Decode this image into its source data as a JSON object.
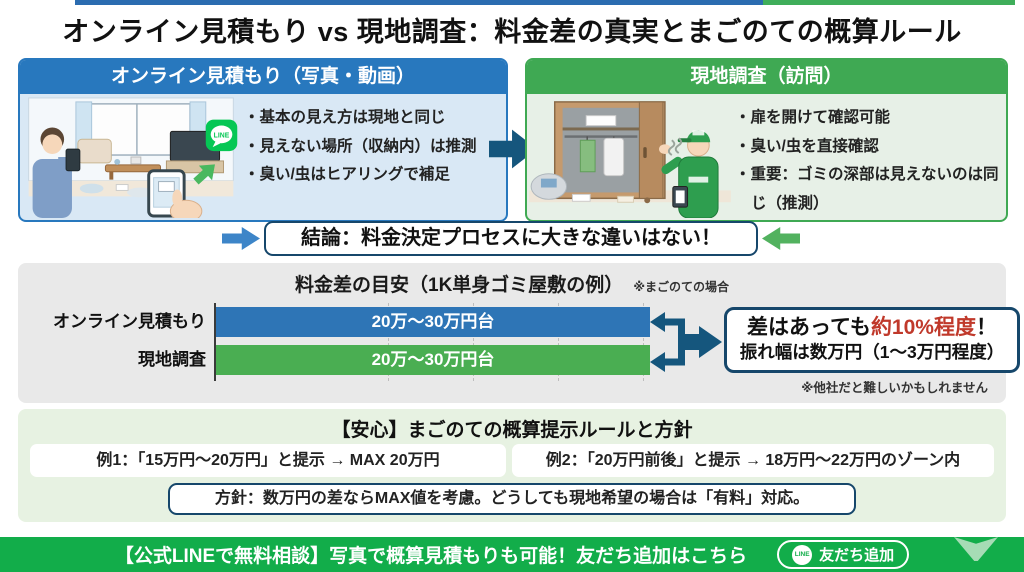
{
  "page": {
    "title": "オンライン見積もり vs 現地調査：料金差の真実とまごのての概算ルール"
  },
  "ui": {
    "bullet_char": "・"
  },
  "online_card": {
    "header": "オンライン見積もり（写真・動画）",
    "bullets": [
      "基本の見え方は現地と同じ",
      "見えない場所（収納内）は推測",
      "臭い/虫はヒアリングで補足"
    ],
    "line_badge": "LINE"
  },
  "onsite_card": {
    "header": "現地調査（訪問）",
    "bullets": [
      "扉を開けて確認可能",
      "臭い/虫を直接確認",
      "重要：ゴミの深部は見えないのは同じ（推測）"
    ]
  },
  "conclusion": {
    "text": "結論：料金決定プロセスに大きな違いはない！"
  },
  "price_section": {
    "title": "料金差の目安（1K単身ゴミ屋敷の例）",
    "note": "※まごのての場合",
    "rows": [
      {
        "label": "オンライン見積もり",
        "value": "20万〜30万円台"
      },
      {
        "label": "現地調査",
        "value": "20万〜30万円台"
      }
    ],
    "callout": {
      "line1_prefix": "差はあっても",
      "line1_em": "約10%程度",
      "line1_suffix": "！",
      "line2": "振れ幅は数万円（1〜3万円程度）",
      "footnote": "※他社だと難しいかもしれません"
    }
  },
  "chart_data": {
    "type": "bar",
    "orientation": "horizontal",
    "title": "料金差の目安（1K単身ゴミ屋敷の例）",
    "note": "※まごのての場合",
    "categories": [
      "オンライン見積もり",
      "現地調査"
    ],
    "value_labels": [
      "20万〜30万円台",
      "20万〜30万円台"
    ],
    "value_ranges_man_yen": [
      [
        20,
        30
      ],
      [
        20,
        30
      ]
    ],
    "bar_colors": [
      "#2e75b6",
      "#4aae52"
    ],
    "annotation": "差はあっても約10%程度！振れ幅は数万円（1〜3万円程度）",
    "annotation_footnote": "※他社だと難しいかもしれません",
    "grid": "dashed-vertical"
  },
  "rules_section": {
    "title": "【安心】まごのての概算提示ルールと方針",
    "examples": [
      "例1：「15万円〜20万円」と提示 → MAX 20万円",
      "例2：「20万円前後」と提示 → 18万円〜22万円のゾーン内"
    ],
    "policy": "方針：数万円の差ならMAX値を考慮。どうしても現地希望の場合は「有料」対応。"
  },
  "footer": {
    "text": "【公式LINEで無料相談】写真で概算見積もりも可能！友だち追加はこちら",
    "button_label": "友だち追加",
    "line_icon_label": "LINE"
  },
  "colors": {
    "blue_header": "#2878be",
    "blue_body": "#d9e8f5",
    "green_header": "#3fa953",
    "green_body": "#e7f0e7",
    "navy_accent": "#16476b",
    "bar_blue": "#2e75b6",
    "bar_green": "#4aae52",
    "gray_section_bg": "#e9e9e9",
    "rules_section_bg": "#e7f2e2",
    "footer_green": "#12ad4a",
    "em_red": "#c0392b"
  }
}
